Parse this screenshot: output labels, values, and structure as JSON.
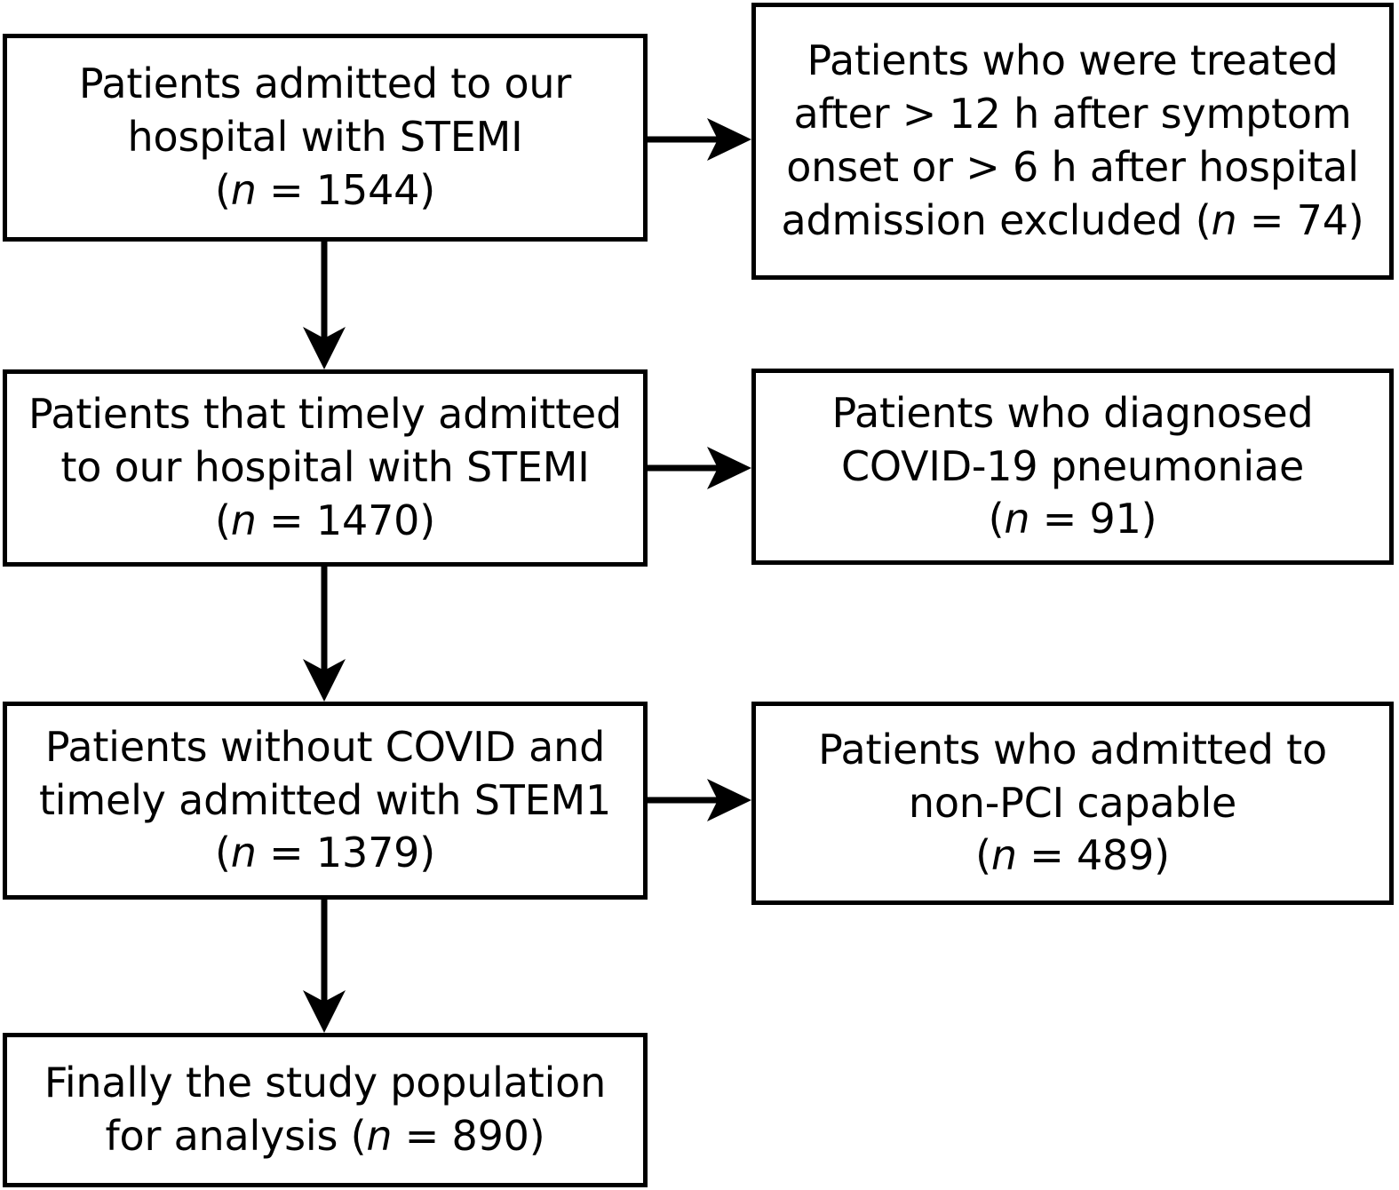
{
  "diagram": {
    "type": "flowchart",
    "title": "STEMI study population selection flow diagram",
    "orientation": "top-to-bottom with side exclusion branches",
    "stroke_color": "#000000",
    "background_color": "#ffffff"
  },
  "nodes": {
    "enrolled": {
      "id": "enrolled",
      "role": "main-step",
      "text": "Patients admitted to our hospital with STEMI\n(n = 1544)",
      "n": 1544
    },
    "excluded_time": {
      "id": "excluded_time",
      "role": "exclusion",
      "text": "Patients who were treated after > 12 h after symptom onset or > 6 h after hospital admission excluded (n = 74)",
      "n": 74
    },
    "timely": {
      "id": "timely",
      "role": "main-step",
      "text": "Patients that timely admitted to our hospital with STEMI\n(n = 1470)",
      "n": 1470
    },
    "excluded_covid": {
      "id": "excluded_covid",
      "role": "exclusion",
      "text": "Patients who diagnosed COVID-19 pneumoniae\n(n = 91)",
      "n": 91
    },
    "no_covid": {
      "id": "no_covid",
      "role": "main-step",
      "text": "Patients without COVID and timely admitted with STEM1\n(n = 1379)",
      "n": 1379
    },
    "excluded_nonpci": {
      "id": "excluded_nonpci",
      "role": "exclusion",
      "text": "Patients who admitted to non-PCI capable\n(n = 489)",
      "n": 489
    },
    "final": {
      "id": "final",
      "role": "outcome",
      "text": "Finally the study population for analysis (n = 890)",
      "n": 890
    }
  },
  "edges": [
    {
      "id": "enrolled-to-excluded-time",
      "from": "enrolled",
      "to": "excluded_time",
      "direction": "right",
      "label": ""
    },
    {
      "id": "enrolled-to-timely",
      "from": "enrolled",
      "to": "timely",
      "direction": "down",
      "label": ""
    },
    {
      "id": "timely-to-excluded-covid",
      "from": "timely",
      "to": "excluded_covid",
      "direction": "right",
      "label": ""
    },
    {
      "id": "timely-to-no-covid",
      "from": "timely",
      "to": "no_covid",
      "direction": "down",
      "label": ""
    },
    {
      "id": "no-covid-to-excluded-nonpci",
      "from": "no_covid",
      "to": "excluded_nonpci",
      "direction": "right",
      "label": ""
    },
    {
      "id": "no-covid-to-final",
      "from": "no_covid",
      "to": "final",
      "direction": "down",
      "label": ""
    }
  ]
}
